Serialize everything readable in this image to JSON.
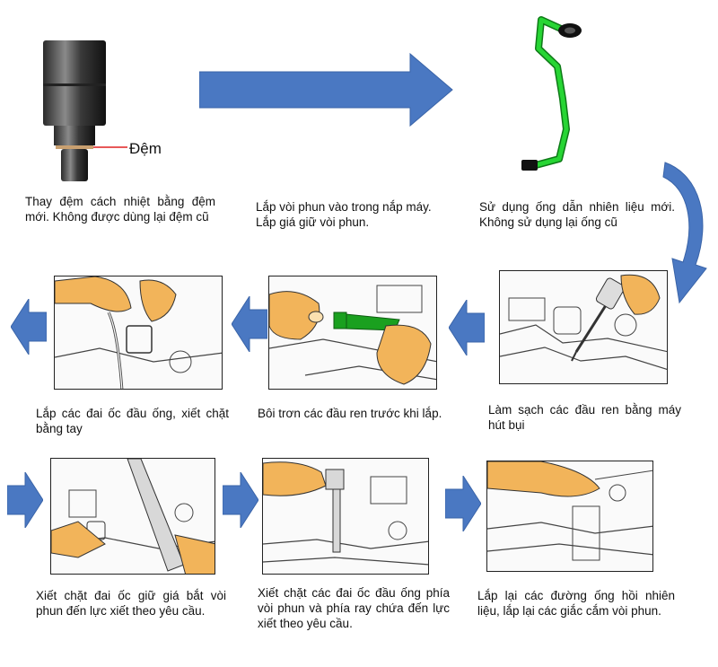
{
  "row1": {
    "step1": {
      "gasket_label": "Đệm",
      "caption": "Thay đệm cách nhiệt bằng đệm mới. Không được dùng lại đệm cũ"
    },
    "step2": {
      "caption_line1": "Lắp vòi phun vào trong nắp máy.",
      "caption_line2": "Lắp giá giữ vòi phun."
    },
    "step3": {
      "caption": "Sử dụng ống dẫn nhiên liệu mới. Không sử dụng lại ống cũ"
    }
  },
  "row2": {
    "step4": {
      "caption": "Làm sạch các đầu ren bằng máy hút bụi"
    },
    "step5": {
      "caption": "Bôi trơn các đầu ren trước khi lắp."
    },
    "step6": {
      "caption": "Lắp các đai ốc đầu ống, xiết chặt bằng tay"
    }
  },
  "row3": {
    "step7": {
      "caption": "Xiết chặt đai ốc giữ giá bắt vòi phun đến lực xiết theo yêu cầu."
    },
    "step8": {
      "caption": "Xiết chặt các đai ốc đầu ống phía vòi phun và phía ray chứa đến lực xiết theo yêu cầu."
    },
    "step9": {
      "caption": "Lắp lại các đường ống hồi nhiên liệu, lắp lại các giắc cắm vòi phun."
    }
  },
  "colors": {
    "arrow_blue": "#4a78c2",
    "fuel_pipe_green": "#1fbf2a",
    "hand_skin": "#f2b45a",
    "gasket_red": "#e02020",
    "lubricant_green": "#1aa01f"
  }
}
